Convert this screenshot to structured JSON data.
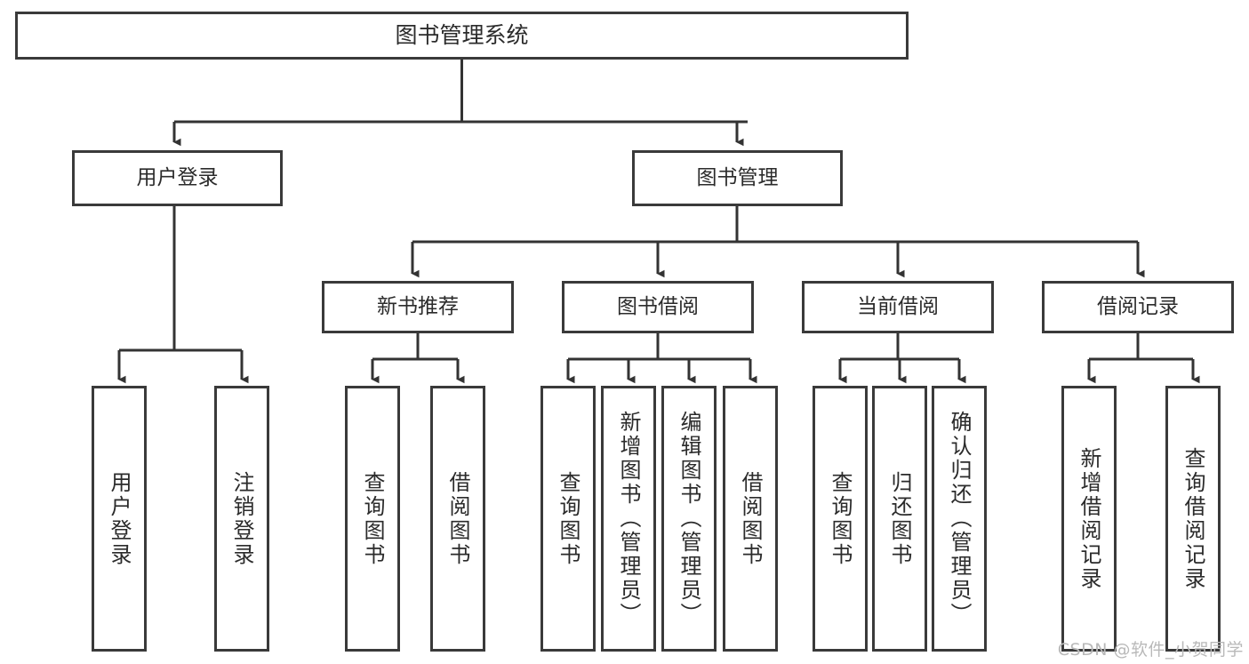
{
  "diagram": {
    "title": "图书管理系统",
    "type": "tree-hierarchy",
    "watermark": "CSDN @软件_小贺同学",
    "colors": {
      "border": "#3a3a3a",
      "background": "#ffffff",
      "text": "#2b2b2b",
      "edge": "#333333",
      "watermark": "#b9b9b9"
    },
    "root": {
      "label": "图书管理系统"
    },
    "level2": [
      {
        "label": "用户登录"
      },
      {
        "label": "图书管理"
      }
    ],
    "level3": [
      {
        "label": "新书推荐"
      },
      {
        "label": "图书借阅"
      },
      {
        "label": "当前借阅"
      },
      {
        "label": "借阅记录"
      }
    ],
    "leaves": {
      "user_login": [
        {
          "label": "用户登录"
        },
        {
          "label": "注销登录"
        }
      ],
      "new_book_recommend": [
        {
          "label": "查询图书"
        },
        {
          "label": "借阅图书"
        }
      ],
      "book_borrow": [
        {
          "label": "查询图书"
        },
        {
          "label": "新增图书（管理员）"
        },
        {
          "label": "编辑图书（管理员）"
        },
        {
          "label": "借阅图书"
        }
      ],
      "current_borrow": [
        {
          "label": "查询图书"
        },
        {
          "label": "归还图书"
        },
        {
          "label": "确认归还（管理员）"
        }
      ],
      "borrow_record": [
        {
          "label": "新增借阅记录"
        },
        {
          "label": "查询借阅记录"
        }
      ]
    }
  }
}
